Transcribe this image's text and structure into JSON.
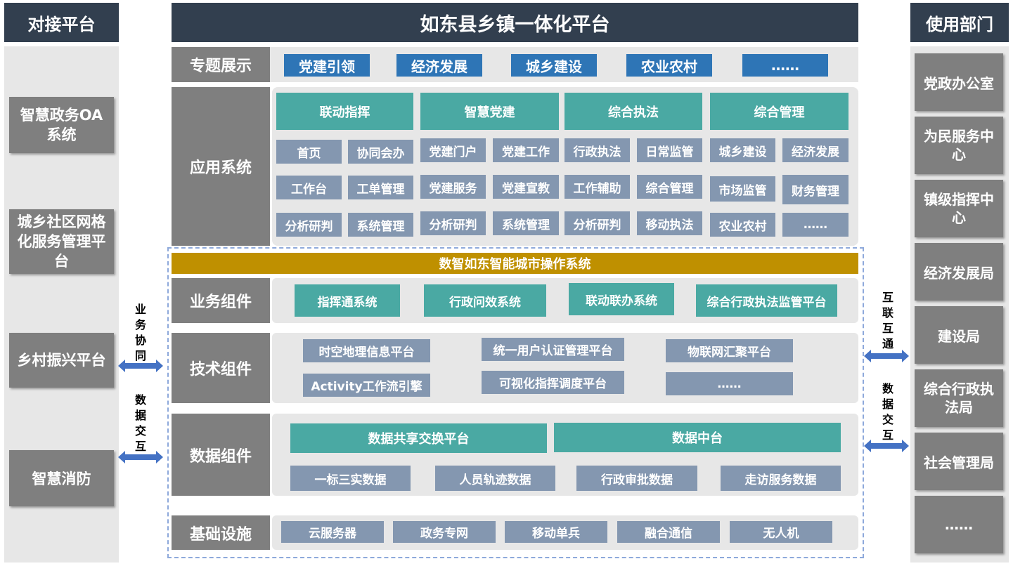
{
  "left": {
    "header": "对接平台",
    "items": [
      "智慧政务OA系统",
      "城乡社区网格化服务管理平台",
      "乡村振兴平台",
      "智慧消防"
    ]
  },
  "center": {
    "title": "如东县乡镇一体化平台",
    "os_bar": "数智如东智能城市操作系统",
    "topics": {
      "label": "专题展示",
      "items": [
        "党建引领",
        "经济发展",
        "城乡建设",
        "农业农村",
        "……"
      ]
    },
    "apps": {
      "label": "应用系统",
      "groups": [
        {
          "title": "联动指挥",
          "items": [
            "首页",
            "协同会办",
            "工作台",
            "工单管理",
            "分析研判",
            "系统管理"
          ]
        },
        {
          "title": "智慧党建",
          "items": [
            "党建门户",
            "党建工作",
            "党建服务",
            "党建宣教",
            "分析研判",
            "系统管理"
          ]
        },
        {
          "title": "综合执法",
          "items": [
            "行政执法",
            "日常监管",
            "工作辅助",
            "综合管理",
            "分析研判",
            "移动执法"
          ]
        },
        {
          "title": "综合管理",
          "items": [
            "城乡建设",
            "经济发展",
            "市场监管",
            "财务管理",
            "农业农村",
            "……"
          ]
        }
      ]
    },
    "business": {
      "label": "业务组件",
      "items": [
        "指挥通系统",
        "行政问效系统",
        "联动联办系统",
        "综合行政执法监管平台"
      ]
    },
    "tech": {
      "label": "技术组件",
      "items": [
        "时空地理信息平台",
        "统一用户认证管理平台",
        "物联网汇聚平台",
        "Activity工作流引擎",
        "可视化指挥调度平台",
        "……"
      ]
    },
    "data": {
      "label": "数据组件",
      "top": [
        "数据共享交换平台",
        "数据中台"
      ],
      "items": [
        "一标三实数据",
        "人员轨迹数据",
        "行政审批数据",
        "走访服务数据"
      ]
    },
    "infra": {
      "label": "基础设施",
      "items": [
        "云服务器",
        "政务专网",
        "移动单兵",
        "融合通信",
        "无人机"
      ]
    }
  },
  "connectors": {
    "left_top": "业务协同",
    "left_bottom": "数据交互",
    "right_top": "互联互通",
    "right_bottom": "数据交互"
  },
  "right": {
    "header": "使用部门",
    "items": [
      "党政办公室",
      "为民服务中心",
      "镇级指挥中心",
      "经济发展局",
      "建设局",
      "综合行政执法局",
      "社会管理局",
      "……"
    ]
  },
  "colors": {
    "header": "#323f4f",
    "gray_box": "#7f7f7f",
    "panel": "#e7e7e7",
    "blue": "#2e75b6",
    "teal": "#4aa9a3",
    "slate": "#8497b0",
    "gold": "#bf9000",
    "arrow": "#4472c4"
  }
}
